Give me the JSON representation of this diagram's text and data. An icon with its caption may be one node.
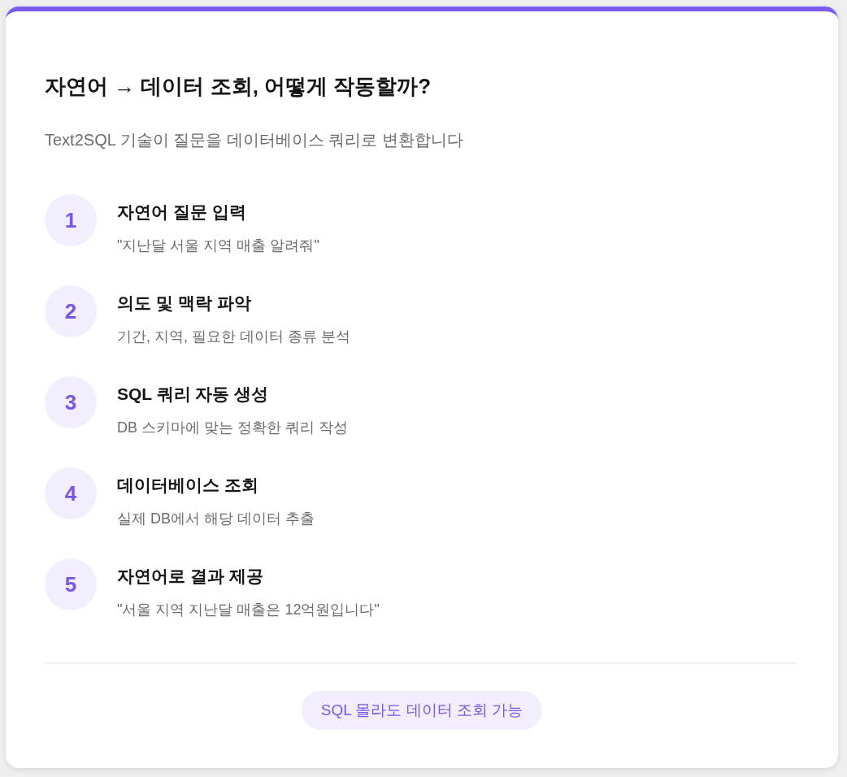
{
  "diagram": {
    "title": "자연어 → 데이터 조회, 어떻게 작동할까?",
    "nodes": [
      {
        "text": [
          "1"
        ],
        "beside": [
          "자연어 질문 입력",
          "\"지난달 서울 지역 매출 알려줘\""
        ]
      },
      {
        "text": [
          "2"
        ],
        "beside": [
          "의도 및 맥락 파악",
          "기간, 지역, 필요한 데이터 종류 분석"
        ]
      },
      {
        "text": [
          "3"
        ],
        "beside": [
          "SQL 쿼리 자동 생성",
          "DB 스키마에 맞는 정확한 쿼리 작성"
        ]
      },
      {
        "text": [
          "4"
        ],
        "beside": [
          "데이터베이스 조회",
          "실제 DB에서 해당 데이터 추출"
        ]
      },
      {
        "text": [
          "5"
        ],
        "beside": [
          "자연어로 결과 제공",
          "\"서울 지역 지난달 매출은 12억원입니다\""
        ]
      },
      {
        "text": [
          "SQL 몰라도 데이터 조회 가능"
        ]
      }
    ],
    "labels": [
      "Text2SQL 기술이 질문을 데이터베이스 쿼리로 변환합니다"
    ]
  }
}
